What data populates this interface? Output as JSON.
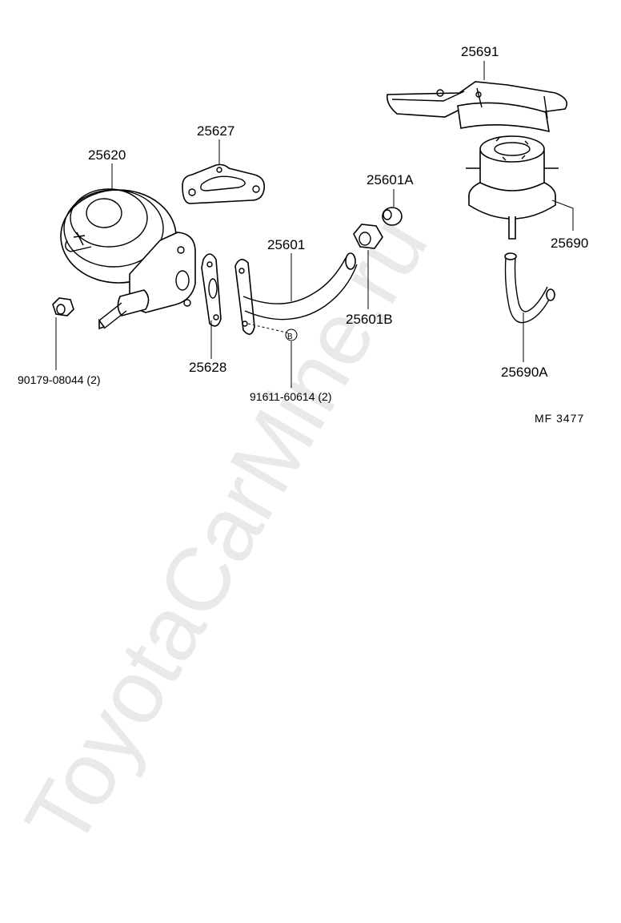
{
  "watermark": "ToyotaCarMine.ru",
  "diagram_ref": "MF  3477",
  "parts": {
    "p25691": "25691",
    "p25627": "25627",
    "p25620": "25620",
    "p25601A": "25601A",
    "p25601": "25601",
    "p25690": "25690",
    "p25601B": "25601B",
    "p25628": "25628",
    "p25690A": "25690A",
    "p90179": "90179-08044 (2)",
    "p91611": "91611-60614 (2)",
    "marker_b": "B"
  }
}
